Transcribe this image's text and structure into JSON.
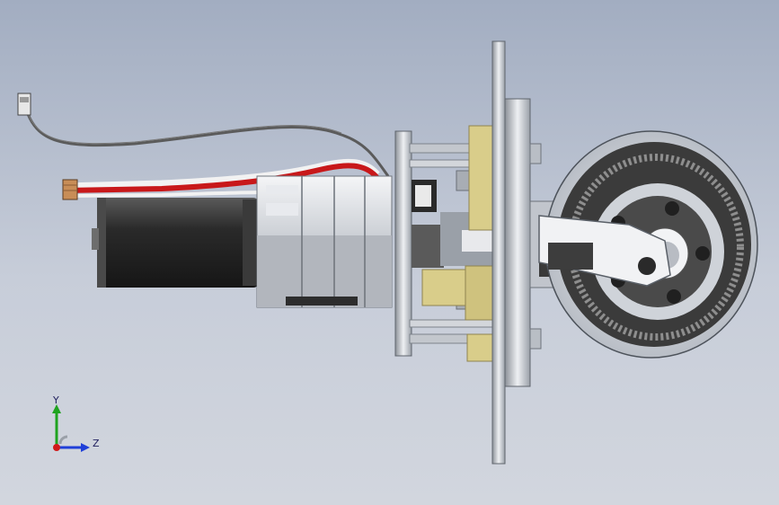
{
  "viewport": {
    "background_top": "#a2adc1",
    "background_bottom": "#d2d6de"
  },
  "model": {
    "components": [
      "cable",
      "connector",
      "motor",
      "gearbox",
      "mounting-plate",
      "gear-train",
      "bevel-gear",
      "crank-arm"
    ],
    "colors": {
      "motor_body": "#2a2a2a",
      "gearbox": "#c9cdd3",
      "wire_red": "#c8181a",
      "wire_white": "#f2f2f2",
      "wire_gray": "#5b5b5b",
      "gear_teeth": "#d9cd8a",
      "bevel_gear": "#3b3b3b"
    }
  },
  "triad": {
    "y_label": "Y",
    "z_label": "Z",
    "y_color": "#1fa31f",
    "z_color": "#1f3fd8",
    "x_color": "#d01a1a"
  }
}
